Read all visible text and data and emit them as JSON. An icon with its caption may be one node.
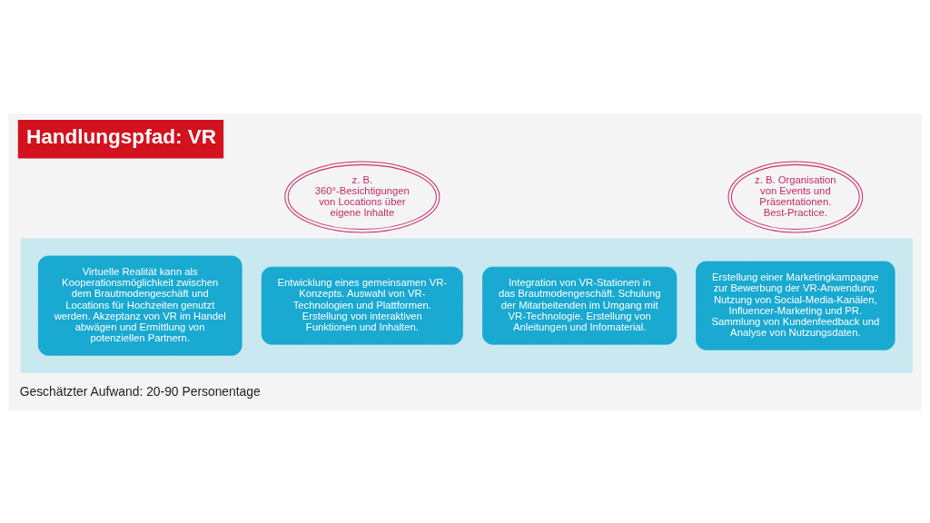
{
  "diagram": {
    "title": "Handlungspfad: VR",
    "nodes": [
      {
        "text": [],
        "shape": "arrow"
      },
      {
        "text": [
          "Virtuelle Realität kann als Kooperationsmöglichkeit zwischen dem Brautmodengeschäft und Locations für Hochzeiten genutzt werden. Akzeptanz von VR im Handel abwägen und Ermittlung von potenziellen Partnern."
        ],
        "in": 0
      },
      {
        "text": [
          "Entwicklung eines gemeinsamen VR-Konzepts. Auswahl von VR-Technologien und Plattformen. Erstellung von interaktiven Funktionen und Inhalten."
        ],
        "in": 0
      },
      {
        "text": [
          "Integration von VR-Stationen in das Brautmodengeschäft. Schulung der Mitarbeitenden im Umgang mit VR-Technologie. Erstellung von Anleitungen und Infomaterial."
        ],
        "in": 0
      },
      {
        "text": [
          "Erstellung einer Marketingkampagne zur Bewerbung der VR-Anwendung. Nutzung von Social-Media-Kanälen, Influencer-Marketing und PR. Sammlung von Kundenfeedback und Analyse von Nutzungsdaten."
        ],
        "in": 0
      },
      {
        "text": [
          "z. B. 360°-Besichtigungen von Locations über eigene Inhalte"
        ]
      },
      {
        "text": [
          "z. B. Organisation von Events und Präsentationen. Best-Practice."
        ]
      }
    ],
    "labels": [
      "Geschätzter Aufwand: 20-90 Personentage"
    ]
  }
}
